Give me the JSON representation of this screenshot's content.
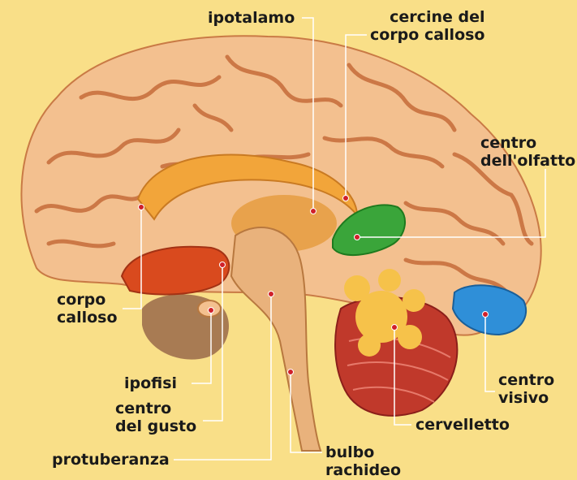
{
  "labels": {
    "ipotalamo": {
      "lines": [
        "ipotalamo"
      ]
    },
    "cercine": {
      "lines": [
        "cercine del",
        "corpo calloso"
      ]
    },
    "olfatto": {
      "lines": [
        "centro",
        "dell'olfatto"
      ]
    },
    "corpo_calloso": {
      "lines": [
        "corpo",
        "calloso"
      ]
    },
    "ipofisi": {
      "lines": [
        "ipofisi"
      ]
    },
    "gusto": {
      "lines": [
        "centro",
        "del gusto"
      ]
    },
    "protuberanza": {
      "lines": [
        "protuberanza"
      ]
    },
    "bulbo": {
      "lines": [
        "bulbo",
        "rachideo"
      ]
    },
    "cervelletto": {
      "lines": [
        "cervelletto"
      ]
    },
    "visivo": {
      "lines": [
        "centro",
        "visivo"
      ]
    }
  },
  "colors": {
    "background": "#f9df88",
    "brain": "#f3c08f",
    "gyri": "#c0612e",
    "olfactory_center": "#3aa53a",
    "taste_center": "#d94a1e",
    "visual_center": "#2f8fd8",
    "cerebellum": "#c0392b",
    "leader_line": "#ffffff",
    "marker": "#d0202a"
  }
}
